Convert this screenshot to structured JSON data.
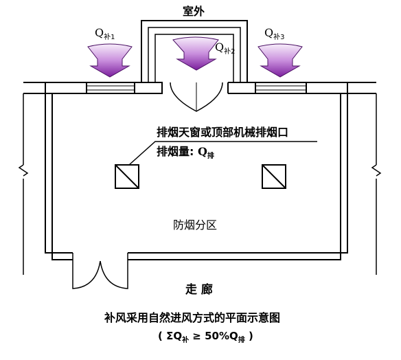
{
  "labels": {
    "outdoor": "室外",
    "q_supply_1_main": "Q",
    "q_supply_1_sub": "补1",
    "q_supply_2_main": "Q",
    "q_supply_2_sub": "补2",
    "q_supply_3_main": "Q",
    "q_supply_3_sub": "补3",
    "smoke_outlet": "排烟天窗或顶部机械排烟口",
    "smoke_volume_prefix": "排烟量: ",
    "smoke_volume_q": "Q",
    "smoke_volume_sub": "排",
    "smoke_zone": "防烟分区",
    "corridor": "走 廊",
    "caption": "补风采用自然进风方式的平面示意图",
    "formula_open": "( ΣQ",
    "formula_sub1": "补",
    "formula_mid": " ≥ 50%Q",
    "formula_sub2": "排",
    "formula_close": " )"
  },
  "colors": {
    "line": "#000000",
    "arrow_dark": "#7a1f9c",
    "arrow_light": "#f6edf9"
  }
}
